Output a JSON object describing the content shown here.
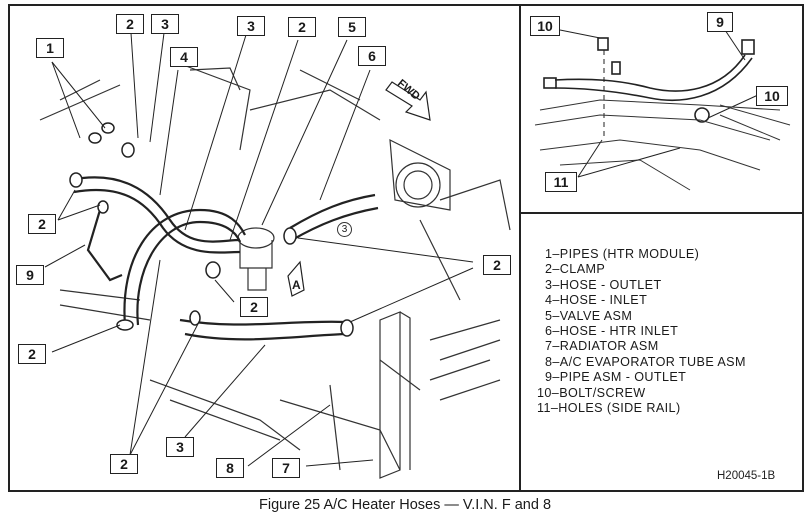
{
  "figure": {
    "caption": "Figure 25 A/C Heater Hoses — V.I.N. F and 8",
    "reference_code": "H20045-1B",
    "fwd_label": "FWD",
    "view_label": "A",
    "circled_label": "3"
  },
  "callouts": {
    "main_view": [
      {
        "id": "c1",
        "label": "1"
      },
      {
        "id": "c2a",
        "label": "2"
      },
      {
        "id": "c3a",
        "label": "3"
      },
      {
        "id": "c4",
        "label": "4"
      },
      {
        "id": "c3b",
        "label": "3"
      },
      {
        "id": "c2b",
        "label": "2"
      },
      {
        "id": "c5",
        "label": "5"
      },
      {
        "id": "c6",
        "label": "6"
      },
      {
        "id": "c2c",
        "label": "2"
      },
      {
        "id": "c9",
        "label": "9"
      },
      {
        "id": "c2d",
        "label": "2"
      },
      {
        "id": "c2e",
        "label": "2"
      },
      {
        "id": "c2f",
        "label": "2"
      },
      {
        "id": "c2g",
        "label": "2"
      },
      {
        "id": "c3c",
        "label": "3"
      },
      {
        "id": "c8",
        "label": "8"
      },
      {
        "id": "c7",
        "label": "7"
      }
    ],
    "detail_view": [
      {
        "id": "d10a",
        "label": "10"
      },
      {
        "id": "d9",
        "label": "9"
      },
      {
        "id": "d10b",
        "label": "10"
      },
      {
        "id": "d11",
        "label": "11"
      }
    ]
  },
  "legend": [
    "1–PIPES (HTR MODULE)",
    "2–CLAMP",
    "3–HOSE - OUTLET",
    "4–HOSE - INLET",
    "5–VALVE ASM",
    "6–HOSE -  HTR INLET",
    "7–RADIATOR ASM",
    "8–A/C EVAPORATOR TUBE ASM",
    "9–PIPE ASM - OUTLET",
    "10–BOLT/SCREW",
    "11–HOLES (SIDE RAIL)"
  ]
}
